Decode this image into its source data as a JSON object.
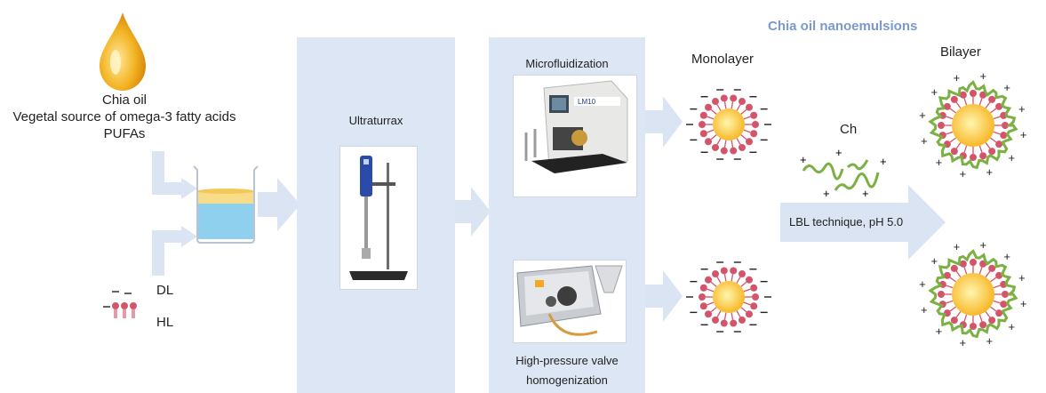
{
  "header": {
    "title": "Chia oil nanoemulsions"
  },
  "input": {
    "oil_name": "Chia oil",
    "oil_desc": "Vegetal source of omega-3 fatty acids",
    "oil_abbrev": "PUFAs",
    "dl_label": "DL",
    "hl_label": "HL"
  },
  "steps": {
    "ultraturrax": "Ultraturrax",
    "microfluidization": "Microfluidization",
    "hp_line1": "High-pressure valve",
    "hp_line2": "homogenization"
  },
  "results": {
    "monolayer": "Monolayer",
    "bilayer": "Bilayer",
    "chitosan": "Ch",
    "lbl": "LBL technique, pH 5.0",
    "device_badge": "LM10"
  },
  "colors": {
    "panel": "#dde6f4",
    "arrow": "#dbe4f3",
    "oil": "#f4b82a",
    "water": "#8fd0ef",
    "core": "#f7b21b",
    "lipid_head": "#d4556a",
    "chitosan": "#7bb043"
  }
}
